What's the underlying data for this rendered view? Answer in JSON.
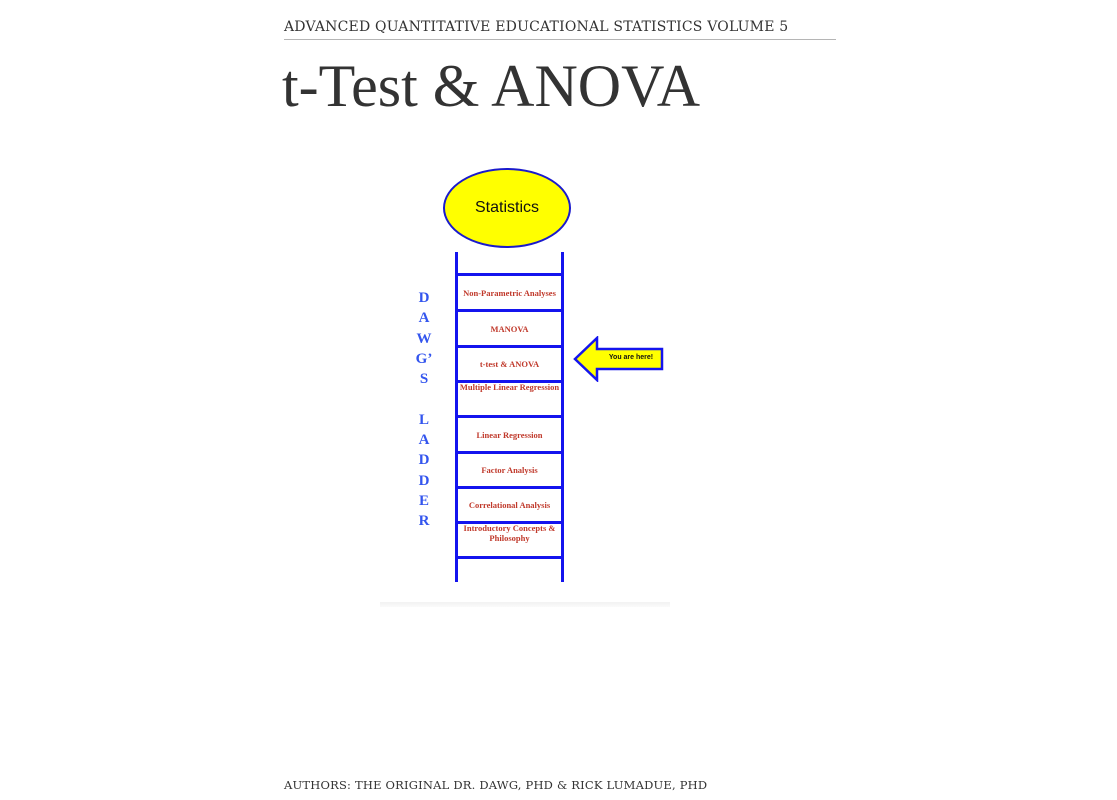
{
  "header": {
    "series_title": "ADVANCED QUANTITATIVE EDUCATIONAL STATISTICS VOLUME 5",
    "book_title": "t-Test & ANOVA"
  },
  "figure": {
    "top_label": "Statistics",
    "side_label_letters": [
      "D",
      "A",
      "W",
      "G’",
      "S",
      "",
      "L",
      "A",
      "D",
      "D",
      "E",
      "R"
    ],
    "side_label": "DAWG’S LADDER",
    "steps": [
      "Non-Parametric Analyses",
      "MANOVA",
      "t-test & ANOVA",
      "Multiple Linear Regression",
      "Linear Regression",
      "Factor Analysis",
      "Correlational Analysis",
      "Introductory Concepts & Philosophy"
    ],
    "pointer_label": "You are here!",
    "colors": {
      "oval_fill": "#ffff00",
      "ladder": "#1414ee",
      "step_text": "#c0392b",
      "side_text": "#3355ee"
    }
  },
  "footer": {
    "authors": "AUTHORS: THE ORIGINAL DR. DAWG, PHD & RICK LUMADUE, PHD"
  }
}
